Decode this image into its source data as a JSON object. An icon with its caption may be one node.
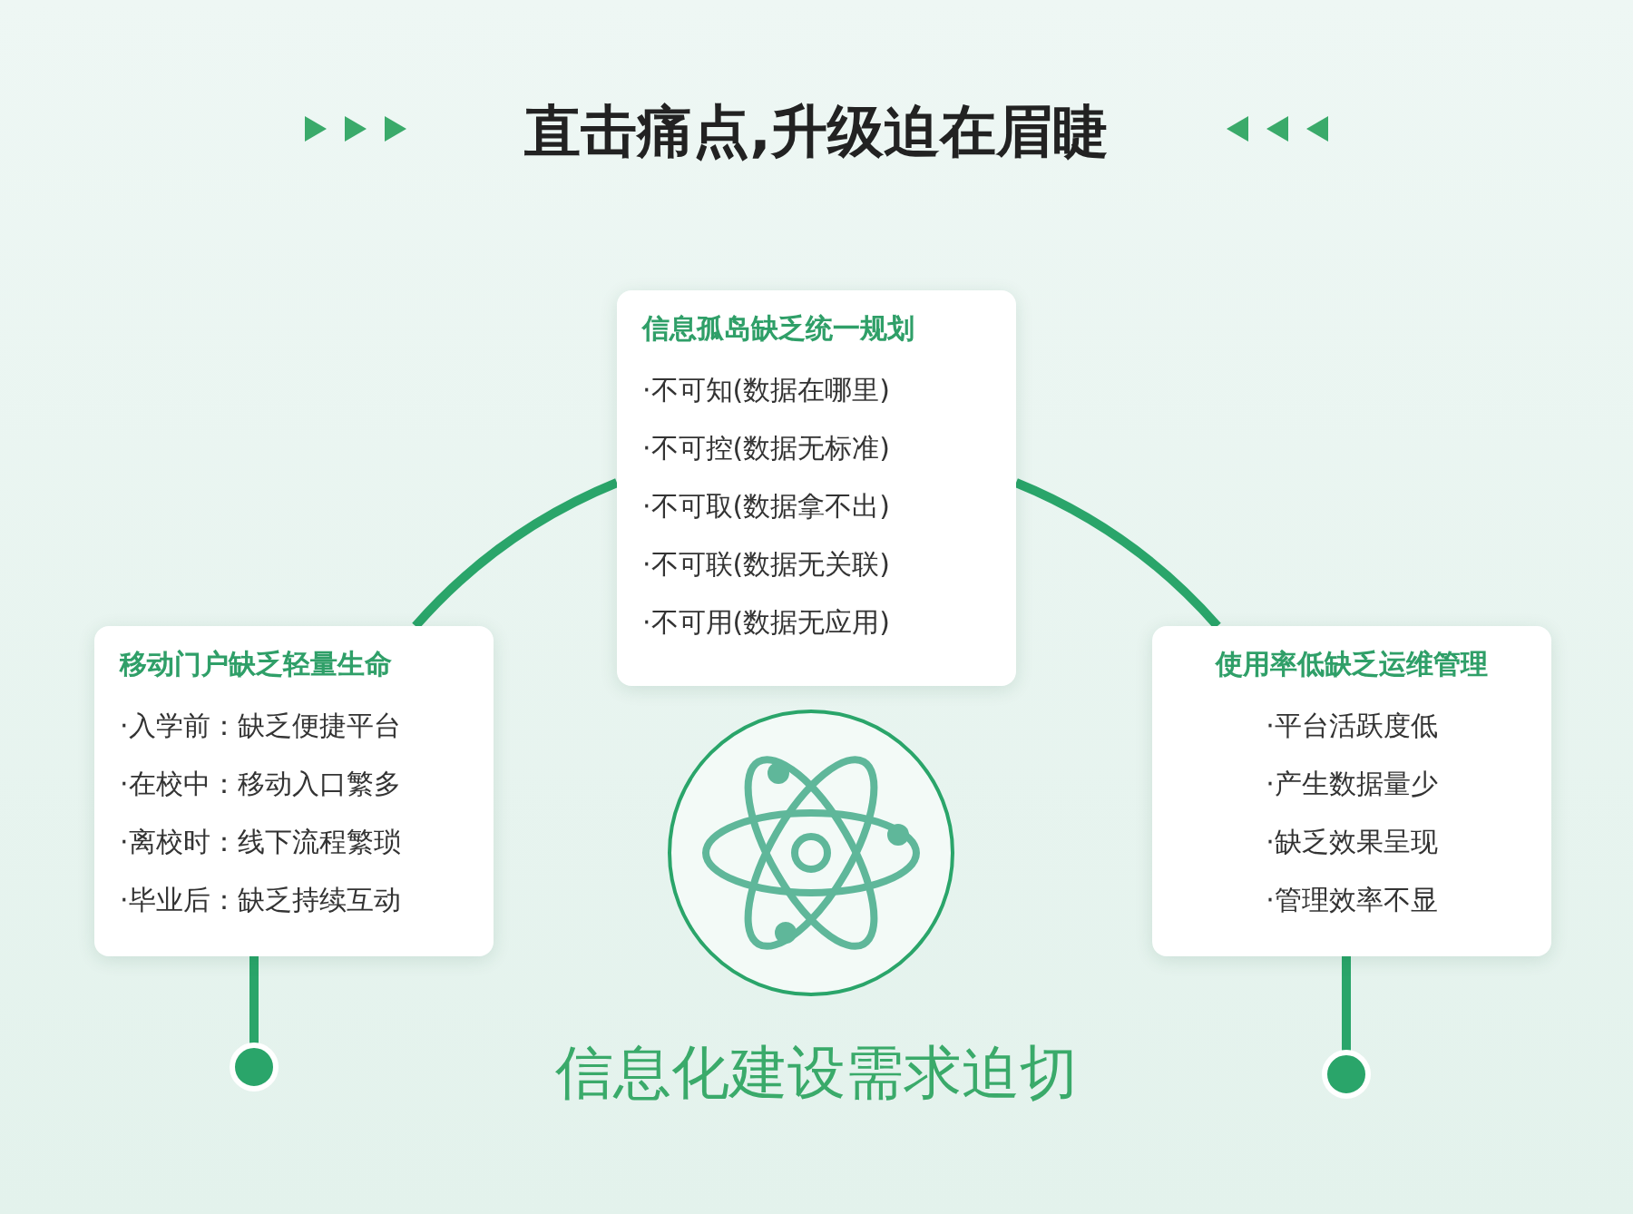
{
  "diagram": {
    "title": "直击痛点,升级迫在眉睫",
    "nodes": [
      {
        "text": [
          "信息孤岛缺乏统一规划",
          "·不可知(数据在哪里)",
          "·不可控(数据无标准)",
          "·不可取(数据拿不出)",
          "·不可联(数据无关联)",
          "·不可用(数据无应用)"
        ]
      },
      {
        "text": [
          "移动门户缺乏轻量生命",
          "·入学前：缺乏便捷平台",
          "·在校中：移动入口繁多",
          "·离校时：线下流程繁琐",
          "·毕业后：缺乏持续互动"
        ]
      },
      {
        "text": [
          "使用率低缺乏运维管理",
          "·平台活跃度低",
          "·产生数据量少",
          "·缺乏效果呈现",
          "·管理效率不显"
        ]
      },
      {
        "text": [],
        "shape": "picture",
        "beside": [
          "信息化建设需求迫切"
        ]
      },
      {
        "text": [],
        "shape": "circle"
      },
      {
        "text": [],
        "shape": "circle"
      }
    ],
    "edges": [
      {
        "from": 1,
        "to": 0,
        "arrow": "none"
      },
      {
        "from": 0,
        "to": 2,
        "arrow": "none"
      },
      {
        "from": 1,
        "to": 4,
        "arrow": "none"
      },
      {
        "from": 2,
        "to": 5,
        "arrow": "none"
      }
    ]
  }
}
